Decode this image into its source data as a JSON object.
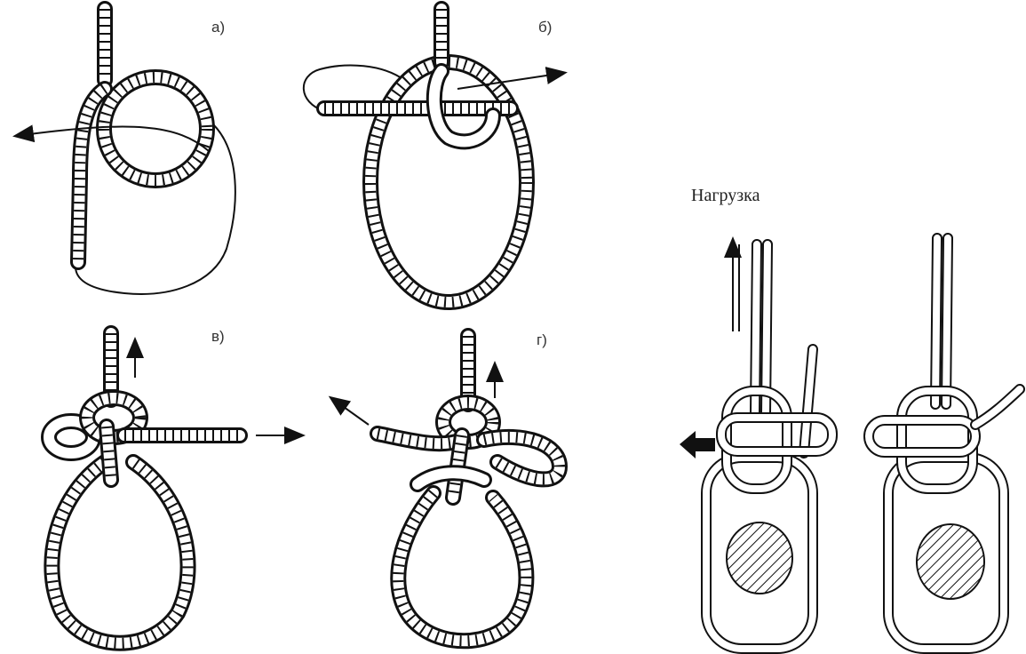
{
  "panels": {
    "a": "а)",
    "b": "б)",
    "v": "в)",
    "g": "г)"
  },
  "load_label": "Нагрузка"
}
